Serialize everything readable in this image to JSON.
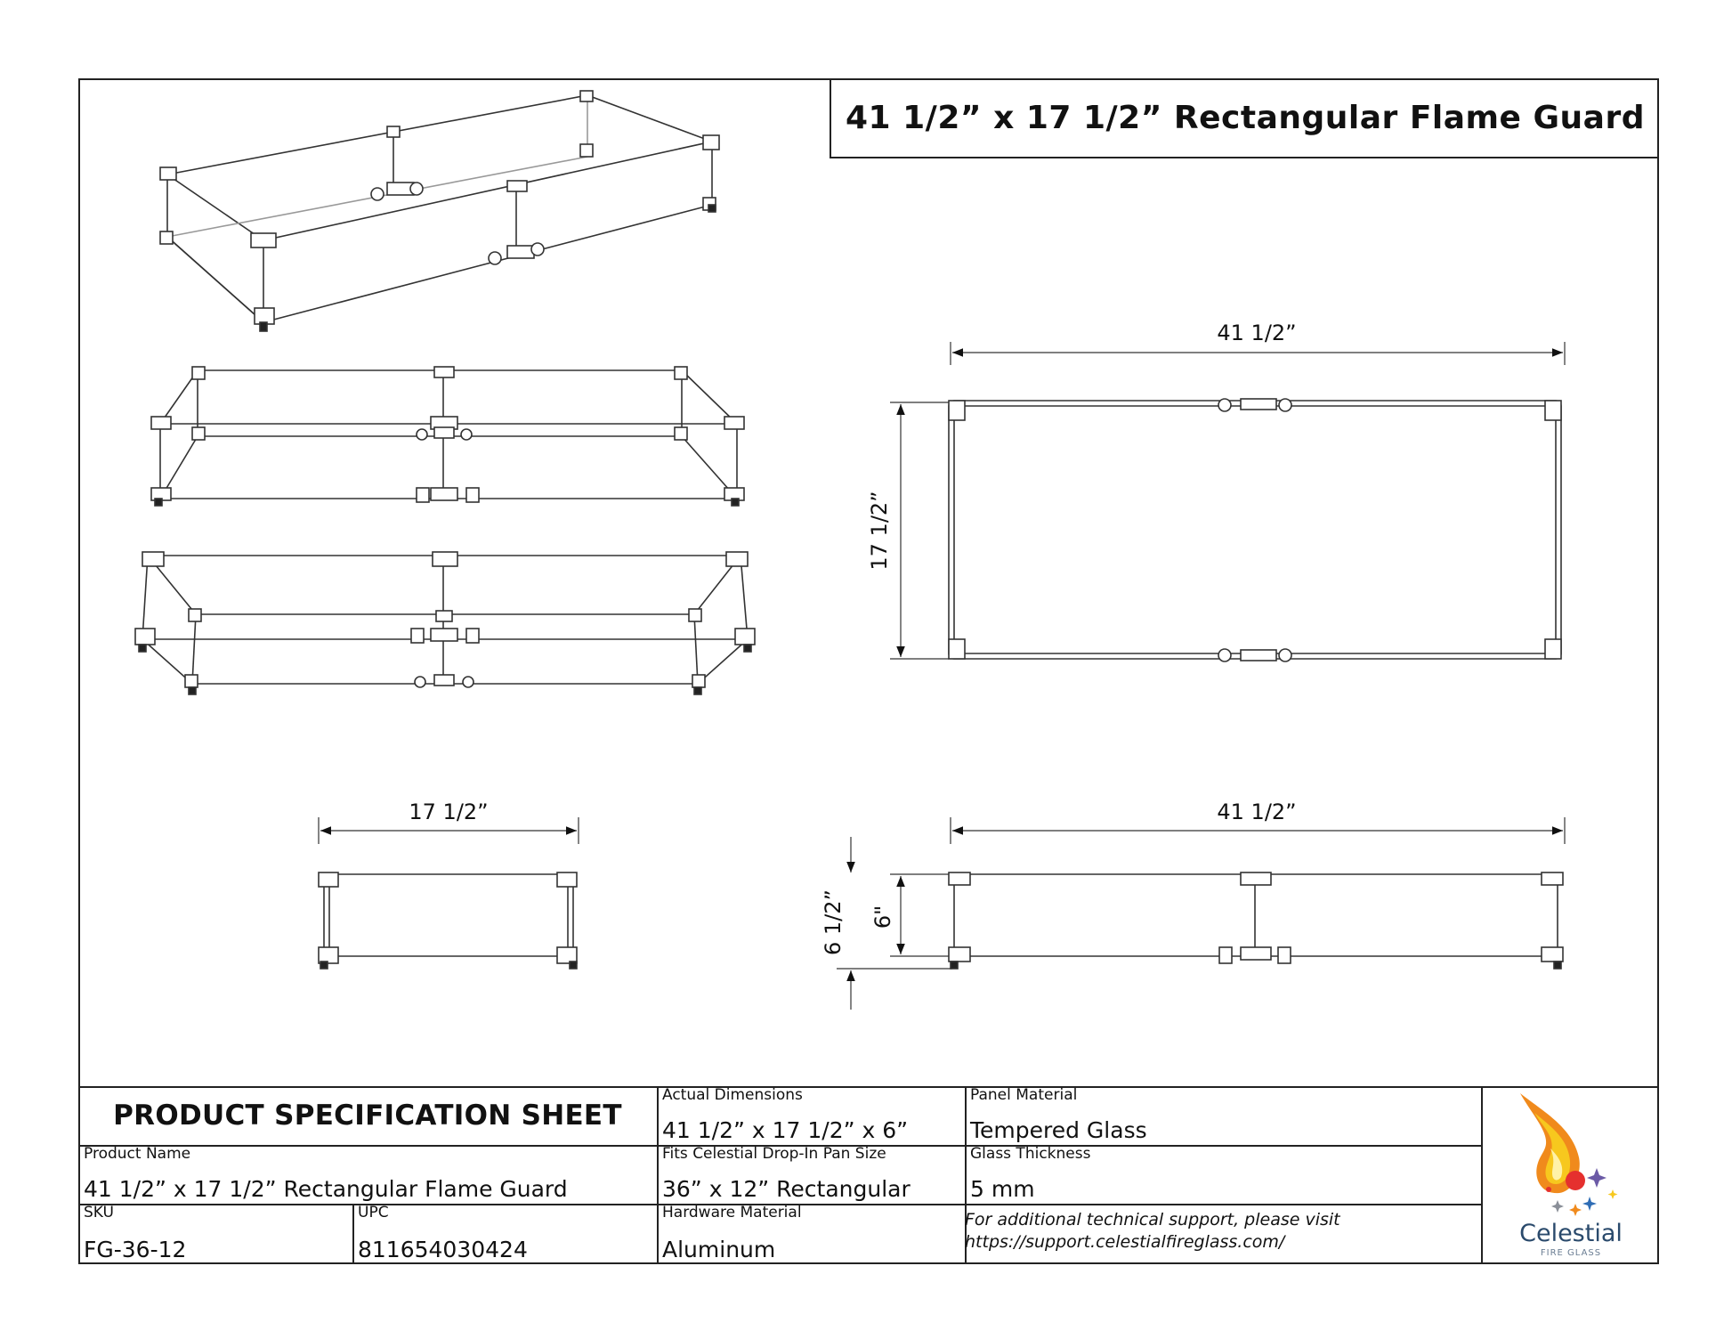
{
  "title": "41 1/2” x 17 1/2” Rectangular Flame Guard",
  "dimensions": {
    "top_length": "41 1/2”",
    "top_width": "17 1/2”",
    "side_width": "17 1/2”",
    "front_length": "41 1/2”",
    "overall_height": "6 1/2”",
    "panel_height": "6\""
  },
  "spec": {
    "heading": "PRODUCT SPECIFICATION SHEET",
    "actual_dimensions_label": "Actual Dimensions",
    "actual_dimensions_value": "41 1/2” x 17 1/2” x 6”",
    "panel_material_label": "Panel Material",
    "panel_material_value": "Tempered Glass",
    "product_name_label": "Product Name",
    "product_name_value": "41 1/2” x 17 1/2” Rectangular Flame Guard",
    "pan_size_label": "Fits Celestial Drop-In Pan Size",
    "pan_size_value": "36” x 12” Rectangular",
    "glass_thickness_label": "Glass Thickness",
    "glass_thickness_value": "5 mm",
    "sku_label": "SKU",
    "sku_value": "FG-36-12",
    "upc_label": "UPC",
    "upc_value": "811654030424",
    "hardware_label": "Hardware Material",
    "hardware_value": "Aluminum",
    "support_line1": "For additional technical support, please visit",
    "support_line2": "https://support.celestialfireglass.com/"
  },
  "logo": {
    "name": "Celestial",
    "sub": "FIRE GLASS",
    "colors": {
      "flame_orange": "#f08a1c",
      "flame_yellow": "#f7c81e",
      "star_red": "#e5302e",
      "star_purple": "#6b5aa6",
      "star_blue": "#2f6db5",
      "text_blue": "#2a4a6c"
    }
  }
}
